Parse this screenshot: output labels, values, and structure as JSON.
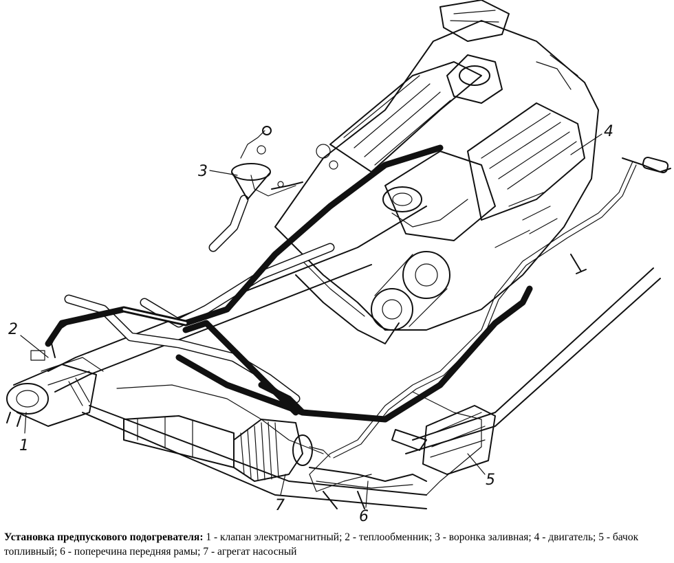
{
  "figure": {
    "callouts": [
      {
        "id": "1",
        "label": "1"
      },
      {
        "id": "2",
        "label": "2"
      },
      {
        "id": "3",
        "label": "3"
      },
      {
        "id": "4",
        "label": "4"
      },
      {
        "id": "5",
        "label": "5"
      },
      {
        "id": "6",
        "label": "6"
      },
      {
        "id": "7",
        "label": "7"
      }
    ]
  },
  "caption": {
    "title": "Установка предпускового подогревателя:",
    "text": " 1 - клапан электромагнитный; 2 - теплообменник; 3 - воронка заливная; 4 - двигатель; 5 - бачок топливный; 6 - поперечина передняя рамы; 7 - агрегат насосный"
  }
}
